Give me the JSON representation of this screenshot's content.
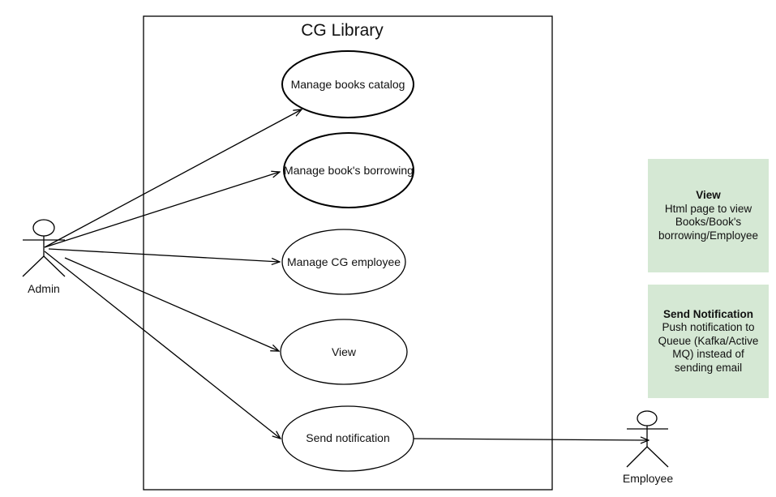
{
  "system": {
    "title": "CG Library"
  },
  "actors": {
    "admin": {
      "label": "Admin"
    },
    "employee": {
      "label": "Employee"
    }
  },
  "use_cases": [
    {
      "label": "Manage books catalog"
    },
    {
      "label": "Manage book's borrowing"
    },
    {
      "label": "Manage CG employee"
    },
    {
      "label": "View"
    },
    {
      "label": "Send notification"
    }
  ],
  "notes": [
    {
      "title": "View",
      "body": "Html page to view Books/Book's borrowing/Employee"
    },
    {
      "title": "Send Notification",
      "body": "Push notification to Queue (Kafka/Active MQ) instead of sending email"
    }
  ],
  "colors": {
    "note_fill": "#d5e8d4",
    "line": "#000000"
  }
}
